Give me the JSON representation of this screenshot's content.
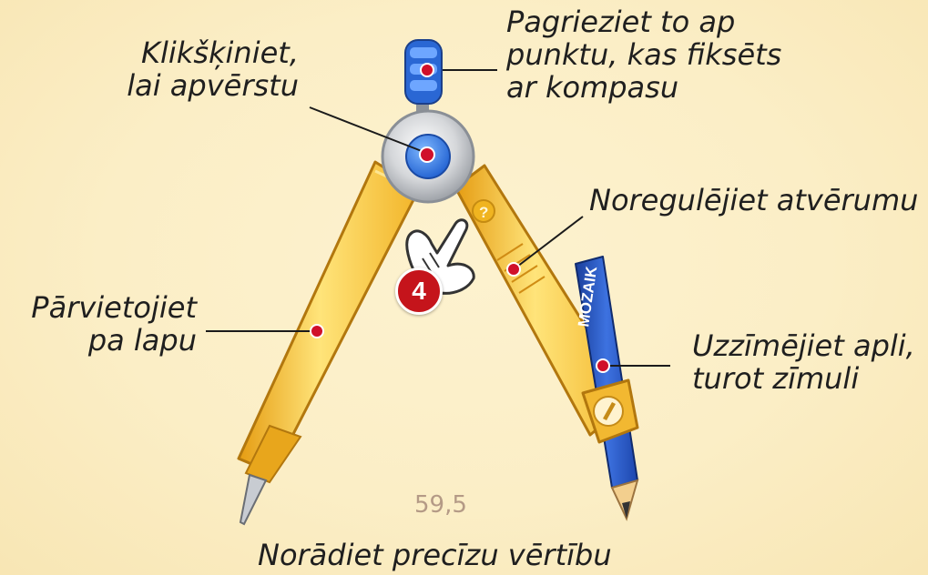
{
  "labels": {
    "rotate": [
      "Pagrieziet to ap",
      "punktu, kas fiksēts",
      "ar kompasu"
    ],
    "flip": [
      "Klikšķiniet,",
      "lai apvērstu"
    ],
    "adjust": "Noregulējiet atvērumu",
    "move": [
      "Pārvietojiet",
      "pa lapu"
    ],
    "draw": [
      "Uzzīmējiet apli,",
      "turot zīmuli"
    ],
    "precise": "Norādiet precīzu vērtību"
  },
  "value_display": "59,5",
  "step_badge": "4",
  "pencil_brand": "MOZAIK",
  "colors": {
    "marker_red": "#d0102a",
    "compass_yellow": "#f6c93a",
    "pencil_blue": "#2656c8",
    "value_text": "#b49a86"
  },
  "icons": {
    "hand": "pointer-hand-icon",
    "help": "question-mark-icon",
    "pencil_holder": "pencil-holder-icon"
  }
}
